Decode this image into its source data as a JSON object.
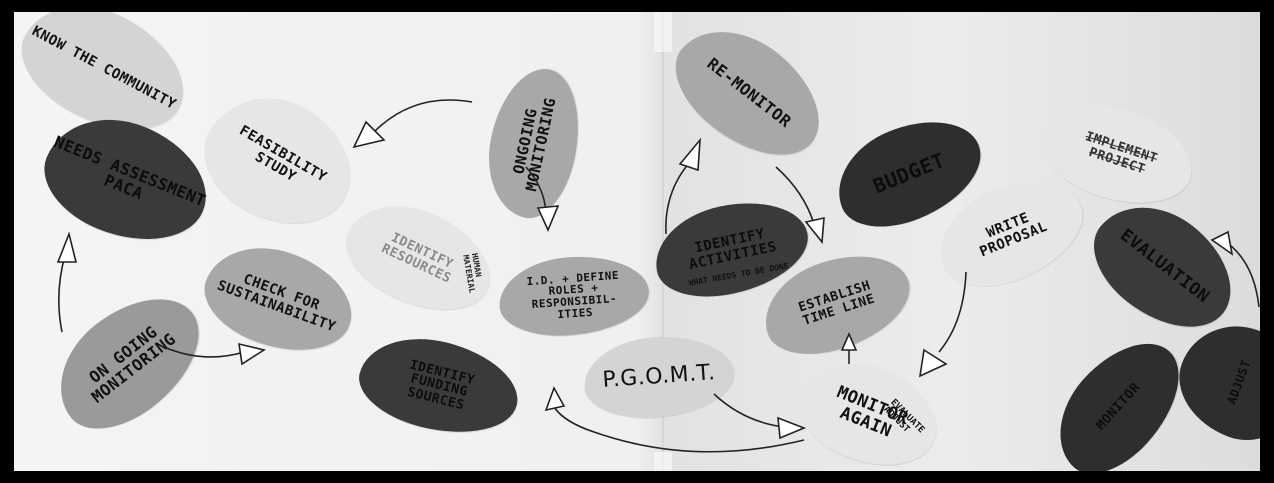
{
  "footprints": {
    "know_community": "KNOW THE COMMUNITY",
    "needs_assessment": "NEEDS ASSESSMENT\nPACA",
    "feasibility": "FEASIBILITY\nSTUDY",
    "ongoing_monitoring_top": "ONGOING\nMONITORING",
    "identify_resources": "IDENTIFY\nRESOURCES",
    "identify_resources_note": "HUMAN\nMATERIAL",
    "check_sustainability": "CHECK FOR\nSUSTAINABILITY",
    "ongoing_monitoring_left": "ON GOING\nMONITORING",
    "identify_funding": "IDENTIFY\nFUNDING\nSOURCES",
    "define_roles": "I.D. + DEFINE\nROLES +\nRESPONSIBIL-\nITIES",
    "identify_activities": "IDENTIFY\nACTIVITIES",
    "identify_activities_note": "WHAT NEEDS TO BE DONE",
    "remonitor": "RE-MONITOR",
    "budget": "BUDGET",
    "establish_timeline": "ESTABLISH\nTIME LINE",
    "pgomt": "P.G.O.M.T.",
    "monitor_again": "MONITOR\nAGAIN",
    "monitor_again_note": "EVALUATE\nADJUST",
    "write_proposal": "WRITE\nPROPOSAL",
    "implement_project": "IMPLEMENT\nPROJECT",
    "evaluation": "EVALUATION",
    "monitor_bottom": "MONITOR",
    "adjust_right": "ADJUST"
  },
  "colors": {
    "frame": "#000000",
    "board": "#f0f0f0",
    "light_footprint": "#d4d4d4",
    "mid_footprint": "#a8a8a8",
    "dark_footprint": "#3a3a3a"
  }
}
